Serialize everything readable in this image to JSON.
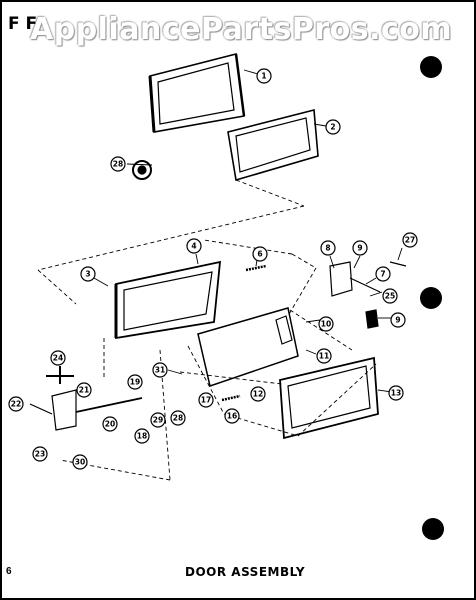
{
  "header": {
    "watermark": "AppliancePartsPros.com",
    "corner_code": "F F"
  },
  "footer": {
    "page_number": "6",
    "title": "DOOR ASSEMBLY"
  },
  "callouts": [
    "1",
    "2",
    "28",
    "4",
    "6",
    "3",
    "8",
    "9",
    "27",
    "7",
    "25",
    "9",
    "10",
    "11",
    "31",
    "13",
    "24",
    "21",
    "22",
    "20",
    "19",
    "18",
    "29",
    "28",
    "17",
    "16",
    "12",
    "23",
    "30"
  ]
}
